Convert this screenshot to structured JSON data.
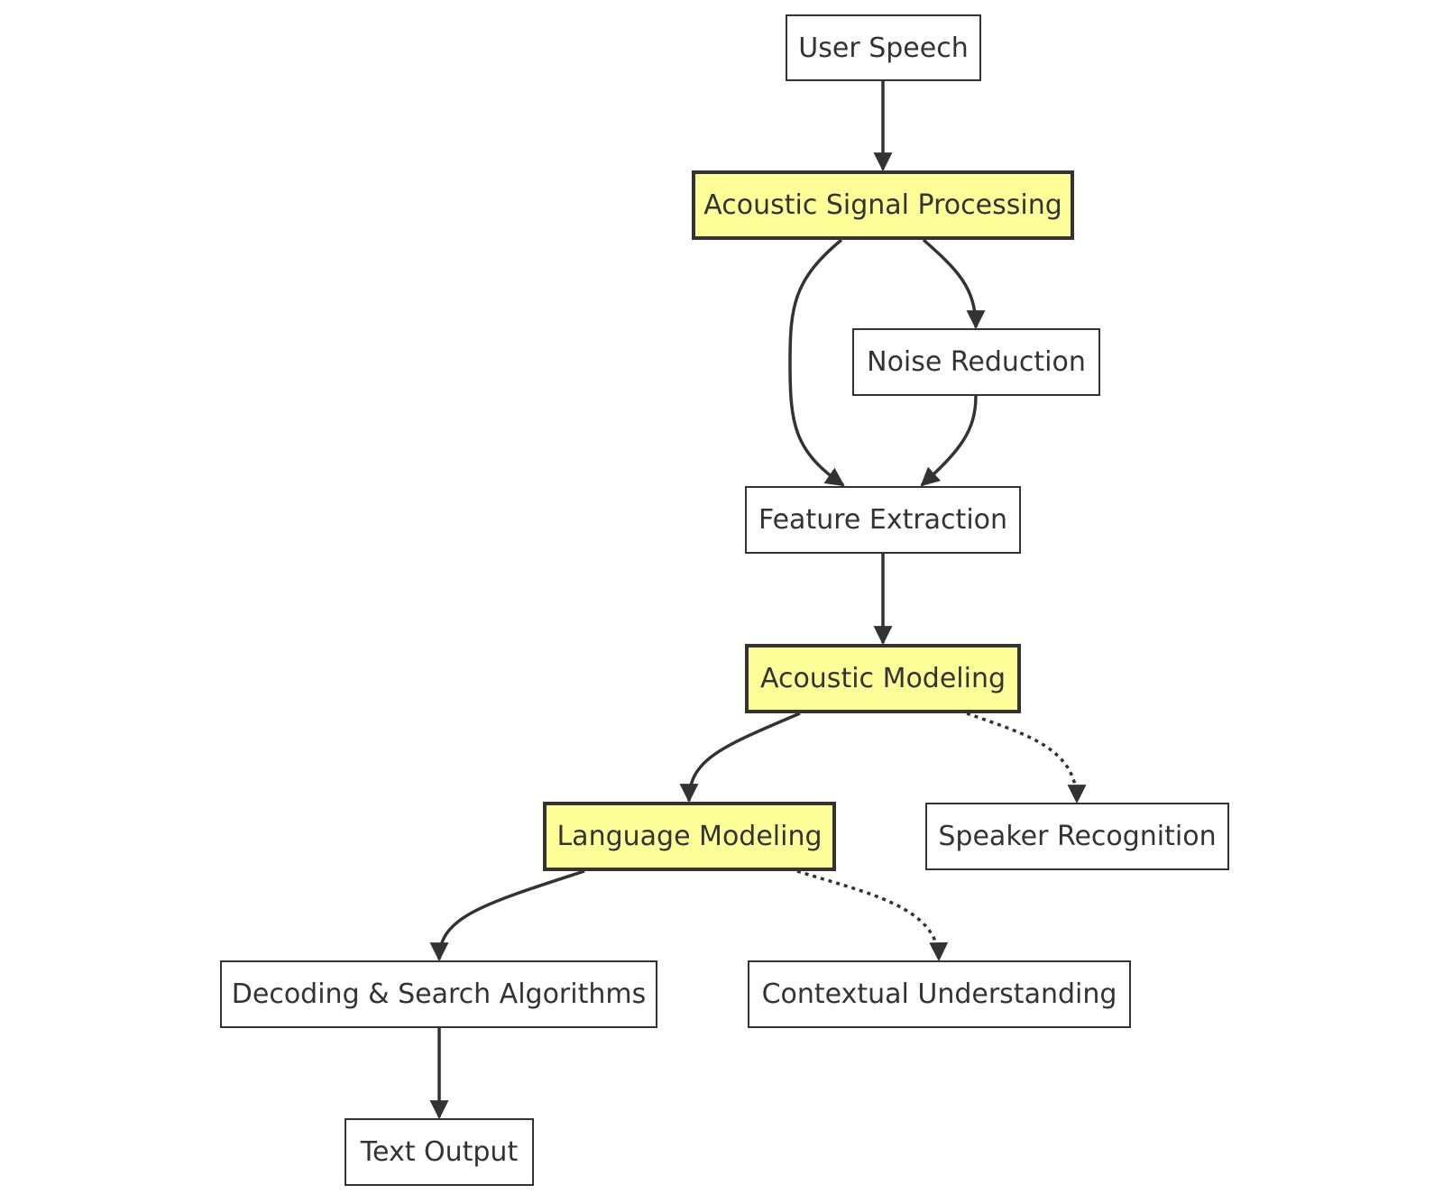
{
  "nodes": {
    "user_speech": "User Speech",
    "acoustic_signal_processing": "Acoustic Signal Processing",
    "noise_reduction": "Noise Reduction",
    "feature_extraction": "Feature Extraction",
    "acoustic_modeling": "Acoustic Modeling",
    "language_modeling": "Language Modeling",
    "speaker_recognition": "Speaker Recognition",
    "decoding_search": "Decoding & Search Algorithms",
    "contextual_understanding": "Contextual Understanding",
    "text_output": "Text Output"
  },
  "edges": [
    {
      "from": "User Speech",
      "to": "Acoustic Signal Processing",
      "style": "solid"
    },
    {
      "from": "Acoustic Signal Processing",
      "to": "Noise Reduction",
      "style": "solid"
    },
    {
      "from": "Acoustic Signal Processing",
      "to": "Feature Extraction",
      "style": "solid"
    },
    {
      "from": "Noise Reduction",
      "to": "Feature Extraction",
      "style": "solid"
    },
    {
      "from": "Feature Extraction",
      "to": "Acoustic Modeling",
      "style": "solid"
    },
    {
      "from": "Acoustic Modeling",
      "to": "Language Modeling",
      "style": "solid"
    },
    {
      "from": "Acoustic Modeling",
      "to": "Speaker Recognition",
      "style": "dotted"
    },
    {
      "from": "Language Modeling",
      "to": "Decoding & Search Algorithms",
      "style": "solid"
    },
    {
      "from": "Language Modeling",
      "to": "Contextual Understanding",
      "style": "dotted"
    },
    {
      "from": "Decoding & Search Algorithms",
      "to": "Text Output",
      "style": "solid"
    }
  ],
  "colors": {
    "highlight_fill": "#ffff99",
    "node_fill": "#ffffff",
    "stroke": "#333333"
  }
}
